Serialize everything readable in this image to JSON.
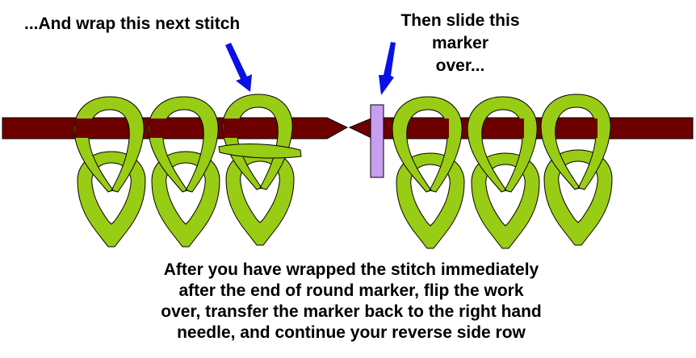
{
  "annotations": {
    "wrap_label": "...And wrap this next stitch",
    "marker_label_line1": "Then slide this marker",
    "marker_label_line2": "over..."
  },
  "caption": {
    "lines": [
      "After you have wrapped the stitch immediately",
      "after the end of round marker,  flip the work",
      "over, transfer the marker back to the right hand",
      "needle, and continue your reverse side row"
    ]
  },
  "colors": {
    "needle": "#6e0000",
    "yarn": "#99cc14",
    "marker": "#c89ef0",
    "arrow": "#0a10e6",
    "outline": "#000000"
  },
  "diagram": {
    "left_needle_stitches": 3,
    "right_needle_stitches": 3,
    "wrapped_stitch": "third stitch on left needle",
    "marker": "stitch marker on right needle tip"
  }
}
